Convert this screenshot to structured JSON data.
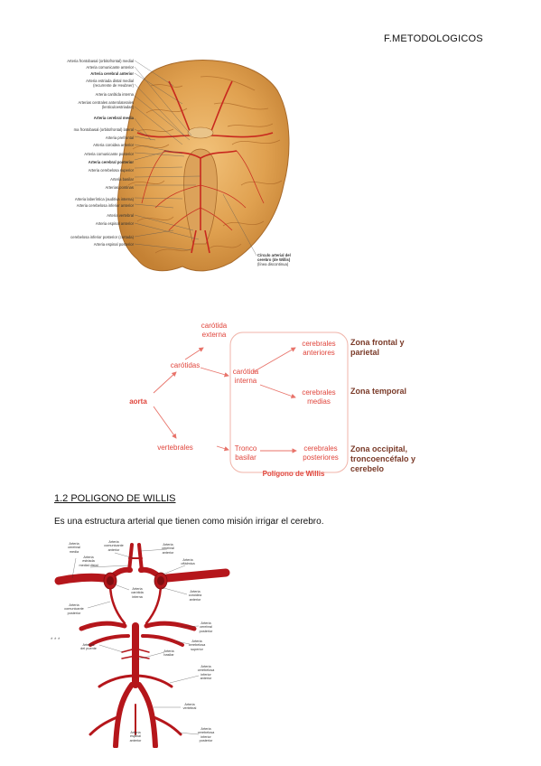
{
  "header": {
    "text": "F.METODOLOGICOS"
  },
  "brain_figure": {
    "labels_left": [
      {
        "text": "Arteria frontobasal (orbitofrontal) medial",
        "bold": false
      },
      {
        "text": "Arteria comunicante anterior",
        "bold": false
      },
      {
        "text": "Arteria cerebral anterior",
        "bold": true
      },
      {
        "text": "Arteria estriada distal medial",
        "bold": false
      },
      {
        "text": "(recurrente de Heubner)",
        "bold": false
      },
      {
        "text": "Arteria carótida interna",
        "bold": false
      },
      {
        "text": "Arterias centrales anterolaterales",
        "bold": false
      },
      {
        "text": "(lenticuloestriadas)",
        "bold": false
      },
      {
        "text": "Arteria cerebral media",
        "bold": true
      },
      {
        "text": "ma frontobasal (orbitofrontal) lateral",
        "bold": false
      },
      {
        "text": "Arteria prefrontal",
        "bold": false
      },
      {
        "text": "Arteria coroidea anterior",
        "bold": false
      },
      {
        "text": "Arteria comunicante posterior",
        "bold": false
      },
      {
        "text": "Arteria cerebral posterior",
        "bold": true
      },
      {
        "text": "Arteria cerebelosa superior",
        "bold": false
      },
      {
        "text": "Arteria basilar",
        "bold": false
      },
      {
        "text": "Arterias pontinas",
        "bold": false
      },
      {
        "text": "Arteria laberíntica (auditiva interna)",
        "bold": false
      },
      {
        "text": "Arteria cerebelosa inferior anterior",
        "bold": false
      },
      {
        "text": "Arteria vertebral",
        "bold": false
      },
      {
        "text": "Arteria espinal anterior",
        "bold": false
      },
      {
        "text": "cerebelosa inferior posterior (cortada)",
        "bold": false
      },
      {
        "text": "Arteria espinal posterior",
        "bold": false
      }
    ],
    "label_right": [
      "Círculo arterial del",
      "cerebro (de Willis)",
      "(línea discontinua)"
    ]
  },
  "flow_diagram": {
    "aorta": "aorta",
    "carotidas": "carótidas",
    "vertebrales": "vertebrales",
    "carotida_externa": [
      "carótida",
      "externa"
    ],
    "carotida_interna": [
      "carótida",
      "interna"
    ],
    "tronco_basilar": [
      "Tronco",
      "basilar"
    ],
    "cerebrales_anteriores": [
      "cerebrales",
      "anteriores"
    ],
    "cerebrales_medias": [
      "cerebrales",
      "medias"
    ],
    "cerebrales_posteriores": [
      "cerebrales",
      "posteriores"
    ],
    "zona_frontal": [
      "Zona frontal y",
      "parietal"
    ],
    "zona_temporal": [
      "Zona temporal"
    ],
    "zona_occipital": [
      "Zona occipital,",
      "troncoencéfalo y",
      "cerebelo"
    ],
    "poligono_label": "Polígono de Willis",
    "colors": {
      "arrow": "#e8736a",
      "text": "#e0453c",
      "zone": "#7a3a28",
      "box": "#f0b3a8"
    }
  },
  "section": {
    "title": "1.2 POLIGONO DE WILLIS",
    "intro": "Es una estructura arterial que tienen como misión irrigar el cerebro."
  },
  "willis_figure": {
    "labels": [
      [
        "Arteria",
        "cerebral",
        "media"
      ],
      [
        "Arteria",
        "comunicante",
        "anterior"
      ],
      [
        "Arteria",
        "cerebral",
        "anterior"
      ],
      [
        "Arteria",
        "estriada",
        "medial distal"
      ],
      [
        "Arteria",
        "oftálmica"
      ],
      [
        "Arteria",
        "carótida",
        "interna"
      ],
      [
        "Arteria",
        "coroidea",
        "anterior"
      ],
      [
        "Arteria",
        "comunicante",
        "posterior"
      ],
      [
        "Arteria",
        "cerebral",
        "posterior"
      ],
      [
        "Arteria",
        "cerebelosa",
        "superior"
      ],
      [
        "Arterias",
        "del puente"
      ],
      [
        "Arteria",
        "basilar"
      ],
      [
        "Arteria",
        "cerebelosa",
        "inferior",
        "anterior"
      ],
      [
        "Arteria",
        "vertebral"
      ],
      [
        "Arteria",
        "espinal",
        "anterior"
      ],
      [
        "Arteria",
        "cerebelosa",
        "inferior",
        "posterior"
      ]
    ],
    "stars": "* * *",
    "colors": {
      "artery": "#b5161b",
      "artery_dark": "#7e0d10"
    }
  }
}
